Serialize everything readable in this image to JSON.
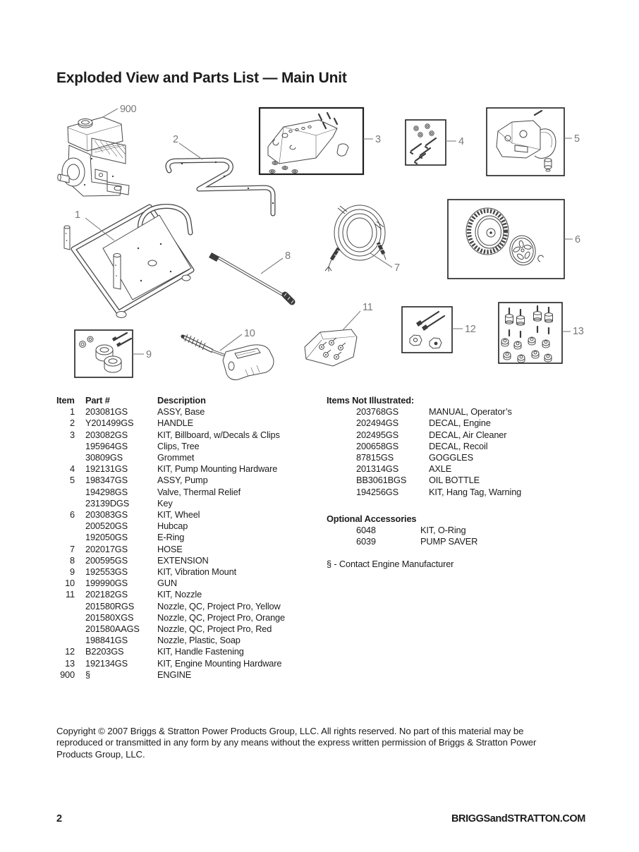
{
  "page": {
    "title": "Exploded View and Parts List — Main Unit"
  },
  "diagram": {
    "callouts": [
      {
        "part": "engine",
        "label": "900"
      },
      {
        "part": "base",
        "label": "1"
      },
      {
        "part": "handle",
        "label": "2"
      },
      {
        "part": "billboard-kit",
        "label": "3"
      },
      {
        "part": "pump-mounting-hardware-kit",
        "label": "4"
      },
      {
        "part": "pump-assembly",
        "label": "5"
      },
      {
        "part": "wheel-kit",
        "label": "6"
      },
      {
        "part": "hose",
        "label": "7"
      },
      {
        "part": "extension",
        "label": "8"
      },
      {
        "part": "vibration-mount-kit",
        "label": "9"
      },
      {
        "part": "gun",
        "label": "10"
      },
      {
        "part": "nozzle-kit",
        "label": "11"
      },
      {
        "part": "handle-fastening-kit",
        "label": "12"
      },
      {
        "part": "engine-mounting-hardware-kit",
        "label": "13"
      }
    ]
  },
  "parts_table": {
    "headers": {
      "item": "Item",
      "part": "Part #",
      "description": "Description"
    },
    "rows": [
      {
        "item": "1",
        "part": "203081GS",
        "desc": "ASSY, Base"
      },
      {
        "item": "2",
        "part": "Y201499GS",
        "desc": "HANDLE"
      },
      {
        "item": "3",
        "part": "203082GS",
        "desc": "KIT, Billboard, w/Decals & Clips"
      },
      {
        "item": "",
        "part": "195964GS",
        "desc": "Clips, Tree"
      },
      {
        "item": "",
        "part": "30809GS",
        "desc": "Grommet"
      },
      {
        "item": "4",
        "part": "192131GS",
        "desc": "KIT, Pump Mounting Hardware"
      },
      {
        "item": "5",
        "part": "198347GS",
        "desc": "ASSY, Pump"
      },
      {
        "item": "",
        "part": "194298GS",
        "desc": "Valve, Thermal Relief"
      },
      {
        "item": "",
        "part": "23139DGS",
        "desc": "Key"
      },
      {
        "item": "6",
        "part": "203083GS",
        "desc": "KIT, Wheel"
      },
      {
        "item": "",
        "part": "200520GS",
        "desc": "Hubcap"
      },
      {
        "item": "",
        "part": "192050GS",
        "desc": "E-Ring"
      },
      {
        "item": "7",
        "part": "202017GS",
        "desc": "HOSE"
      },
      {
        "item": "8",
        "part": "200595GS",
        "desc": "EXTENSION"
      },
      {
        "item": "9",
        "part": "192553GS",
        "desc": "KIT, Vibration Mount"
      },
      {
        "item": "10",
        "part": "199990GS",
        "desc": "GUN"
      },
      {
        "item": "11",
        "part": "202182GS",
        "desc": "KIT, Nozzle"
      },
      {
        "item": "",
        "part": "201580RGS",
        "desc": "Nozzle, QC, Project Pro, Yellow"
      },
      {
        "item": "",
        "part": "201580XGS",
        "desc": "Nozzle, QC, Project Pro, Orange"
      },
      {
        "item": "",
        "part": "201580AAGS",
        "desc": "Nozzle, QC, Project Pro, Red"
      },
      {
        "item": "",
        "part": "198841GS",
        "desc": "Nozzle, Plastic, Soap"
      },
      {
        "item": "12",
        "part": "B2203GS",
        "desc": "KIT, Handle Fastening"
      },
      {
        "item": "13",
        "part": "192134GS",
        "desc": "KIT, Engine Mounting Hardware"
      },
      {
        "item": "900",
        "part": "§",
        "desc": "ENGINE"
      }
    ]
  },
  "not_illustrated": {
    "title": "Items Not Illustrated:",
    "rows": [
      {
        "part": "203768GS",
        "desc": "MANUAL, Operator’s"
      },
      {
        "part": "202494GS",
        "desc": "DECAL, Engine"
      },
      {
        "part": "202495GS",
        "desc": "DECAL,  Air Cleaner"
      },
      {
        "part": "200658GS",
        "desc": "DECAL, Recoil"
      },
      {
        "part": "87815GS",
        "desc": "GOGGLES"
      },
      {
        "part": "201314GS",
        "desc": "AXLE"
      },
      {
        "part": "BB3061BGS",
        "desc": "OIL BOTTLE"
      },
      {
        "part": "194256GS",
        "desc": "KIT, Hang Tag, Warning"
      }
    ]
  },
  "optional_accessories": {
    "title": "Optional Accessories",
    "rows": [
      {
        "part": "6048",
        "desc": "KIT, O-Ring"
      },
      {
        "part": "6039",
        "desc": "PUMP SAVER"
      }
    ]
  },
  "footnote": "§ - Contact Engine Manufacturer",
  "copyright": "Copyright © 2007 Briggs & Stratton Power Products Group, LLC.  All rights reserved.  No part of this material may be reproduced or transmitted in any form by any means without the express written permission of Briggs & Stratton Power Products Group, LLC.",
  "footer": {
    "page_number": "2",
    "website": "BRIGGSandSTRATTON.COM"
  }
}
